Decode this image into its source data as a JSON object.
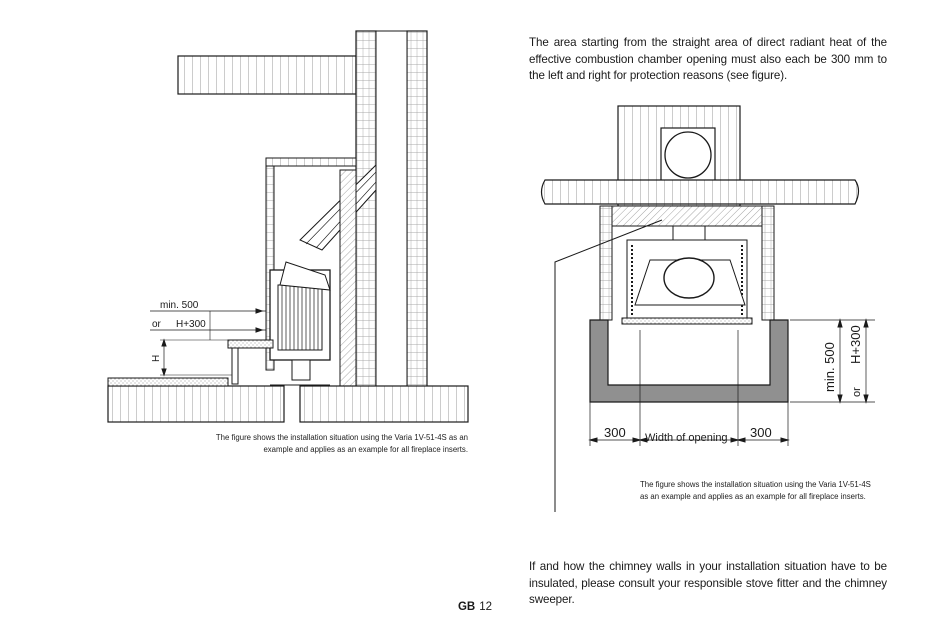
{
  "right_column": {
    "intro_paragraph": "The area starting from the straight area of direct radiant heat of the effective combustion chamber opening must also each be 300 mm to the left and right for protection reasons (see figure).",
    "bottom_paragraph": "If and how the chimney walls in your installation situation have to be insulated, please consult your responsible stove fitter and the chimney sweeper.",
    "figure_caption_line1": "The figure shows the installation situation using the Varia 1V-51-4S",
    "figure_caption_line2": "as an example and applies as an example for all fireplace inserts."
  },
  "left_figure": {
    "caption_line1": "The figure shows the installation situation using the Varia 1V-51-4S as an",
    "caption_line2": "example and applies as an example for all fireplace inserts.",
    "labels": {
      "min500": "min. 500",
      "or": "or",
      "h300": "H+300",
      "h": "H"
    }
  },
  "right_figure": {
    "labels": {
      "left_300": "300",
      "width": "Width of opening",
      "right_300": "300",
      "min500": "min. 500",
      "or": "or",
      "h300": "H+300"
    }
  },
  "footer": {
    "lang": "GB",
    "page": "12"
  }
}
